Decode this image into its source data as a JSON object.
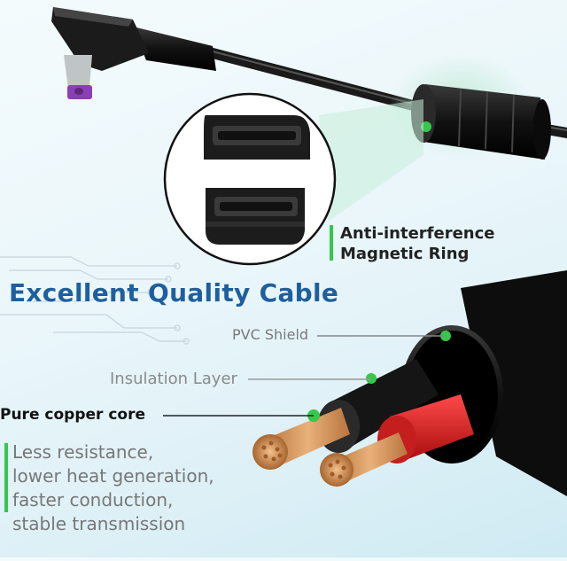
{
  "ring_label": {
    "line1": "Anti-interference",
    "line2": "Magnetic Ring"
  },
  "headline": "Excellent Quality Cable",
  "callouts": {
    "pvc": "PVC Shield",
    "insulation": "Insulation Layer",
    "copper": "Pure copper core"
  },
  "features": [
    "Less resistance,",
    "lower heat generation,",
    "faster conduction,",
    "stable transmission"
  ],
  "colors": {
    "accent_green": "#35c84a",
    "title_blue": "#1e5f9e",
    "cable_black": "#111111",
    "copper": "#c98a55"
  }
}
